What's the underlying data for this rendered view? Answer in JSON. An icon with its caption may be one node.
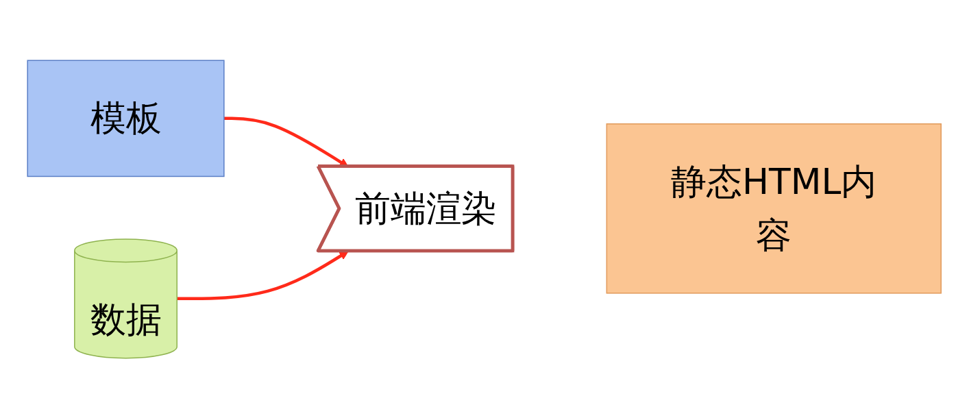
{
  "diagram": {
    "nodes": [
      {
        "text": [
          "模板"
        ]
      },
      {
        "text": [
          "数据"
        ]
      },
      {
        "text": [
          "前端渲染"
        ]
      },
      {
        "text": [
          "静态HTML内容"
        ]
      }
    ],
    "edges": [
      {
        "from": 0,
        "to": 2,
        "arrow": "to"
      },
      {
        "from": 1,
        "to": 2,
        "arrow": "to"
      }
    ]
  }
}
